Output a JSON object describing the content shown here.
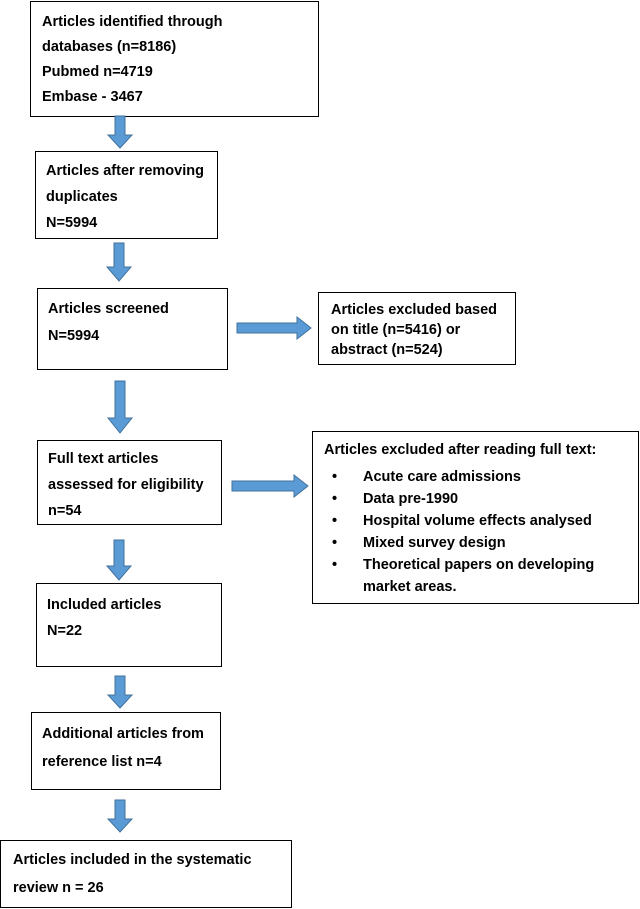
{
  "flow": {
    "identified": {
      "lines": [
        "Articles identified through",
        "databases (n=8186)",
        "Pubmed n=4719",
        "Embase - 3467"
      ]
    },
    "deduplicated": {
      "lines": [
        "Articles after removing",
        "duplicates",
        "N=5994"
      ]
    },
    "screened": {
      "lines": [
        "Articles screened",
        "N=5994"
      ]
    },
    "excluded_screen": {
      "lines": [
        "Articles excluded based",
        "on title (n=5416) or",
        "abstract (n=524)"
      ]
    },
    "fulltext": {
      "lines": [
        "Full text articles",
        "assessed for eligibility",
        "n=54"
      ]
    },
    "excluded_fulltext": {
      "title": "Articles excluded after reading full text:",
      "items": [
        [
          "Acute care admissions"
        ],
        [
          "Data pre-1990"
        ],
        [
          "Hospital volume effects analysed"
        ],
        [
          "Mixed survey design"
        ],
        [
          "Theoretical papers on developing",
          "market areas."
        ]
      ]
    },
    "included": {
      "lines": [
        "Included articles",
        "N=22"
      ]
    },
    "additional": {
      "lines": [
        "Additional articles from",
        "reference list n=4"
      ]
    },
    "final": {
      "lines": [
        "Articles included in the systematic",
        "review n = 26"
      ]
    }
  },
  "style": {
    "arrow_fill": "#5b9bd5",
    "arrow_stroke": "#41719c",
    "box_border": "#000000",
    "bullet": "•"
  }
}
